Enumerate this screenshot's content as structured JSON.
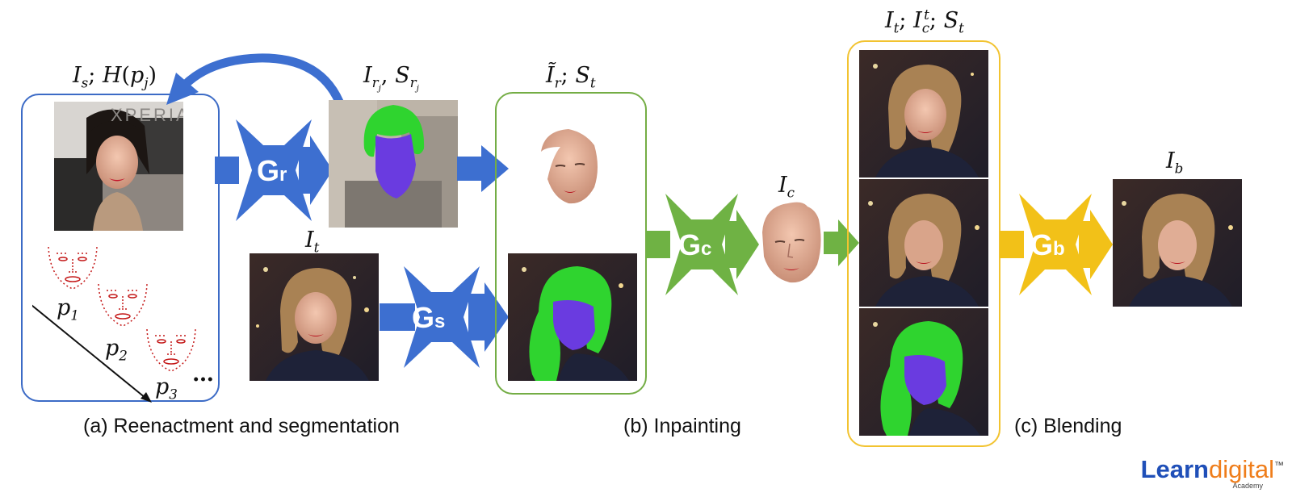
{
  "labels": {
    "source": "I_s; H(p_j)",
    "reenacted": "I_rj, S_rj",
    "target": "I_t",
    "inpaint_input": "Ĩ_r; S_t",
    "completed": "I_c",
    "blend_input": "I_t; I_c^t; S_t",
    "blended": "I_b"
  },
  "landmarks": [
    "p",
    "1",
    "p",
    "2",
    "p",
    "3"
  ],
  "generators": {
    "reenactment": {
      "letter": "G",
      "sub": "r"
    },
    "segmentation": {
      "letter": "G",
      "sub": "s"
    },
    "inpainting": {
      "letter": "G",
      "sub": "c"
    },
    "blending": {
      "letter": "G",
      "sub": "b"
    }
  },
  "captions": {
    "a": "(a) Reenactment and segmentation",
    "b": "(b) Inpainting",
    "c": "(c) Blending"
  },
  "watermark_text": "XPERIA",
  "ellipsis": "…",
  "logo": {
    "learn": "Learn",
    "digital": "digital",
    "sub": "Academy",
    "tm": "™"
  },
  "colors": {
    "blue": "#3d6fd0",
    "green": "#6fb244",
    "yellow": "#f2c118",
    "panel_blue": "#3c6bc6",
    "panel_green": "#74ad45",
    "panel_yellow": "#f2c330",
    "hair_mask": "#2fd42f",
    "face_mask": "#6a3be0"
  },
  "icons": [
    "curved-arrow-icon",
    "arrow-right-icon",
    "landmark-face-icon"
  ]
}
